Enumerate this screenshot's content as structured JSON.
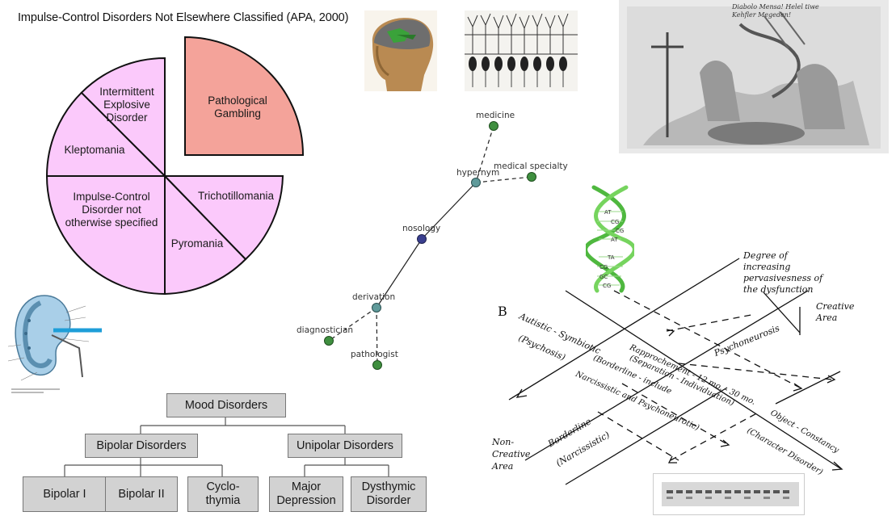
{
  "pie": {
    "title": "Impulse-Control Disorders Not Elsewhere Classified (APA, 2000)",
    "slices": {
      "pathological_gambling": "Pathological Gambling",
      "intermittent_explosive": "Intermittent Explosive Disorder",
      "kleptomania": "Kleptomania",
      "impulse_control_nos": "Impulse-Control Disorder not otherwise specified",
      "trichotillomania": "Trichotillomania",
      "pyromania": "Pyromania"
    },
    "colors": {
      "highlight": "#f4a39a",
      "base": "#fbc9fb",
      "stroke": "#111111"
    }
  },
  "ontology": {
    "nodes": {
      "medicine": "medicine",
      "hypernym": "hypernym",
      "medical_specialty": "medical specialty",
      "nosology": "nosology",
      "derivation": "derivation",
      "diagnostician": "diagnostician",
      "pathologist": "pathologist"
    },
    "colors": {
      "green": "#3f8f3f",
      "teal": "#4f8f8f",
      "navy": "#3a3f8f"
    }
  },
  "dna": {
    "pairs": [
      "AT",
      "CG",
      "CG",
      "AT",
      "TA",
      "CG",
      "GC",
      "CG"
    ],
    "color": "#5cc24a"
  },
  "mood_tree": {
    "root": "Mood Disorders",
    "level1": [
      "Bipolar Disorders",
      "Unipolar Disorders"
    ],
    "leaves": {
      "bipolar_1": "Bipolar I",
      "bipolar_2": "Bipolar II",
      "cyclothymia": "Cyclo-thymia",
      "major_depression": "Major Depression",
      "dysthymic": "Dysthymic Disorder"
    }
  },
  "pervasiveness_diagram": {
    "panel_letter": "B",
    "degree_label": "Degree of increasing pervasivesness of the dysfunction",
    "creative_area": "Creative Area",
    "non_creative_area": "Non-Creative Area",
    "autistic_symbiotic": "Autistic - Symbiotic",
    "psychosis": "(Psychosis)",
    "rapprochement": "Rapprochement - 12 mo. - 30 mo.",
    "separation": "(Separation - Individuation)",
    "borderline_include": "(Borderline - include",
    "narcissistic_and": "Narcissistic and Psychoneurotic)",
    "psychoneurosis": "Psychoneurosis",
    "object_constancy": "Object - Constancy",
    "character_disorder": "(Character Disorder)",
    "borderline": "Borderline",
    "narcissistic": "(Narcissistic)"
  },
  "cartoon": {
    "caption": "Diabolo Mensa! Helel tiwe Kehfler Megeden!"
  }
}
